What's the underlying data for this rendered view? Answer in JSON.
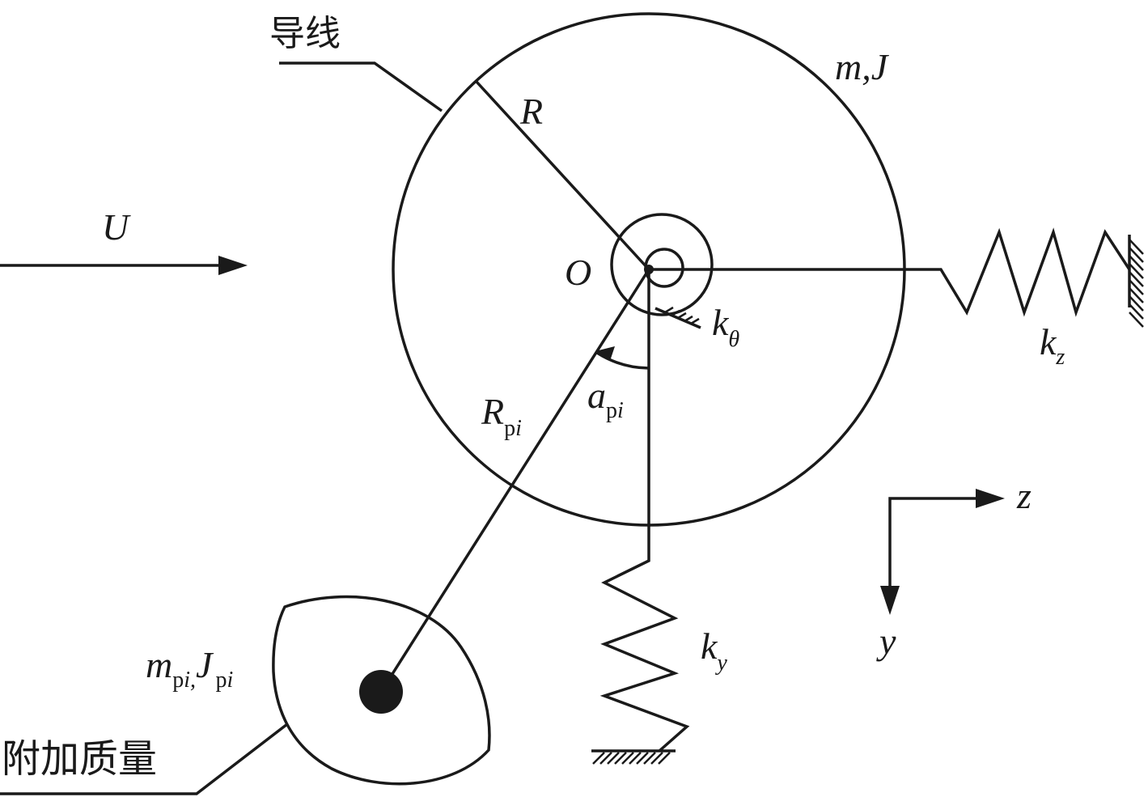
{
  "labels": {
    "conductor": "导线",
    "attached_mass": "附加质量",
    "wind_speed": "U",
    "origin": "O",
    "radius": "R",
    "conductor_mass_inertia": "m,J",
    "k_theta_base": "k",
    "k_theta_sub": "θ",
    "k_z_base": "k",
    "k_z_sub": "z",
    "k_y_base": "k",
    "k_y_sub": "y",
    "r_pi_base": "R",
    "r_pi_sub_p": "p",
    "r_pi_sub_i": "i",
    "a_pi_base": "a",
    "a_pi_sub_p": "p",
    "a_pi_sub_i": "i",
    "m_pi_base": "m",
    "m_pi_sub_p": "p",
    "m_pi_sub_i": "i,",
    "j_pi_base": "J",
    "j_pi_sub_p": "p",
    "j_pi_sub_i": "i",
    "axis_z": "z",
    "axis_y": "y"
  },
  "colors": {
    "stroke": "#1a1a1a",
    "background": "#ffffff"
  }
}
